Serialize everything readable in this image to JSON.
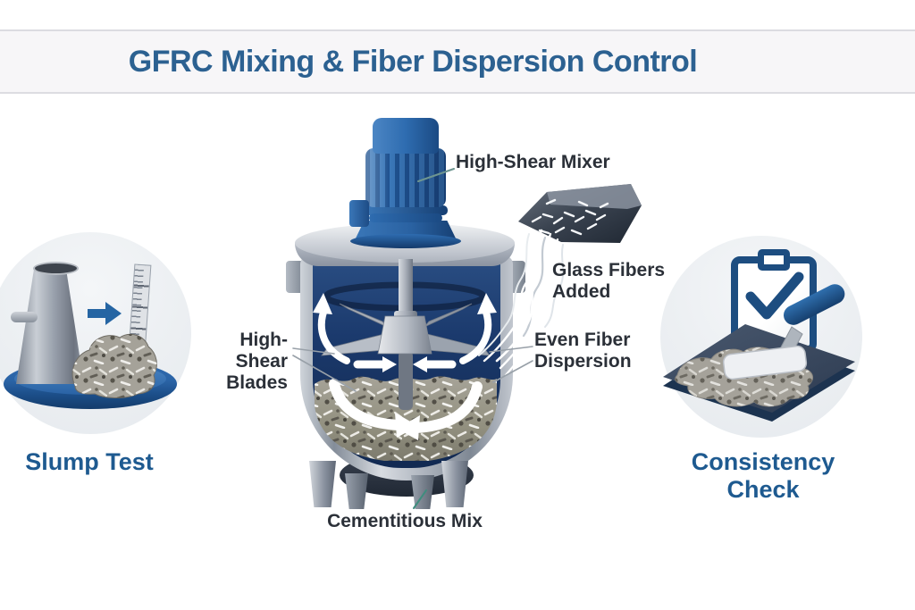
{
  "title": "GFRC Mixing & Fiber Dispersion Control",
  "annotations": {
    "mixer": "High-Shear Mixer",
    "glass_line1": "Glass Fibers",
    "glass_line2": "Added",
    "blades_line1": "High-Shear",
    "blades_line2": "Blades",
    "dispersion_line1": "Even Fiber",
    "dispersion_line2": "Dispersion",
    "mix": "Cementitious Mix"
  },
  "panels": {
    "slump": {
      "caption": "Slump Test"
    },
    "consistency": {
      "caption": "Consistency Check"
    }
  },
  "colors": {
    "title_blue": "#2c6191",
    "caption_blue": "#1e5a90",
    "annotation_dark": "#2b3038",
    "motor_blue": "#2e6cb0",
    "tank_navy": "#1b3a6d",
    "steel_gray": "#aab0ba",
    "mix_gray": "#98958a",
    "plate_blue": "#2a63a5"
  }
}
